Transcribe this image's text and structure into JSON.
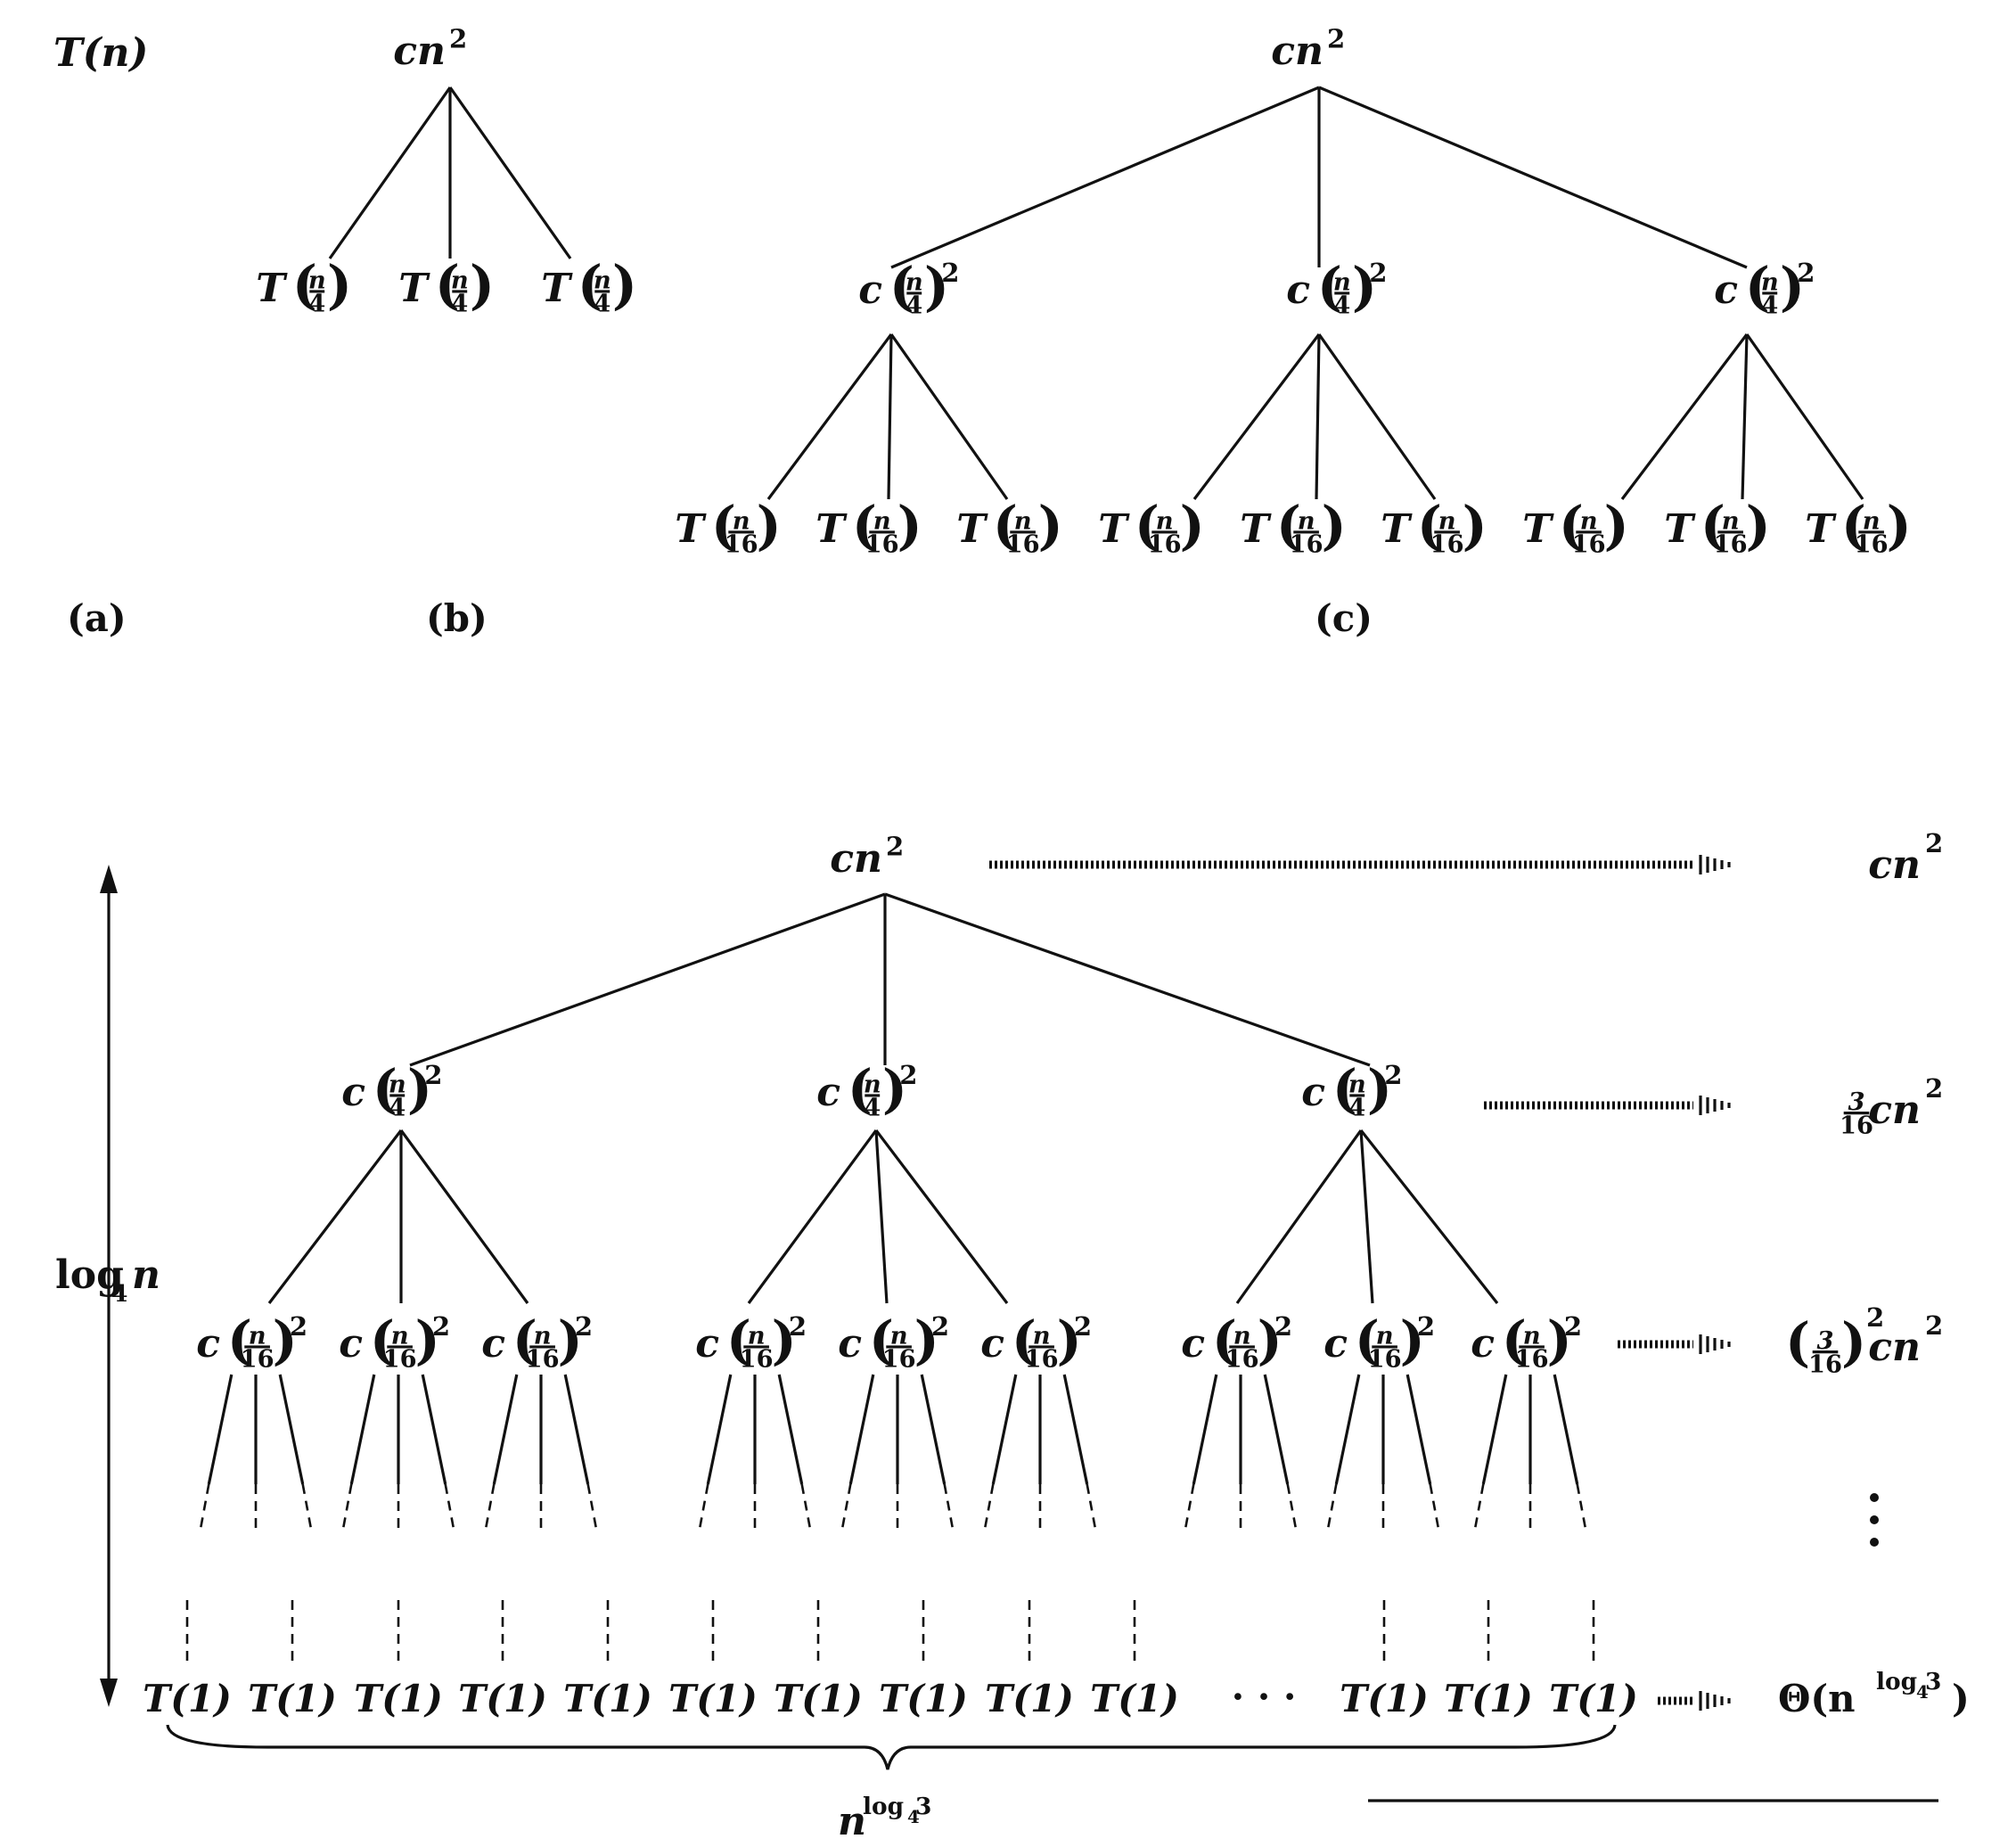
{
  "panels": {
    "a": "(a)",
    "b": "(b)",
    "c": "(c)"
  },
  "tn": {
    "T": "T",
    "n": "(n)"
  },
  "cn": {
    "c": "cn",
    "sup": "2"
  },
  "fn4": "n",
  "fd4": "4",
  "fn16": "n",
  "fd16": "16",
  "leaf": "T(1)",
  "ellipsis": "· · ·",
  "rows": {
    "r3": {
      "num": "3",
      "den": "16",
      "cn": "cn",
      "sup": "2"
    },
    "theta": {
      "pre": "Θ(n",
      "sup": "log",
      "sub": "4",
      "sup2": " 3",
      "post": ")"
    }
  },
  "height_label": {
    "log": "log",
    "sub": "4",
    "n": "n"
  },
  "width_label": {
    "n": "n",
    "sup": "log",
    "sub": "4",
    "sup2": " 3"
  },
  "colors": {
    "ink": "#111111",
    "background": "#ffffff"
  }
}
